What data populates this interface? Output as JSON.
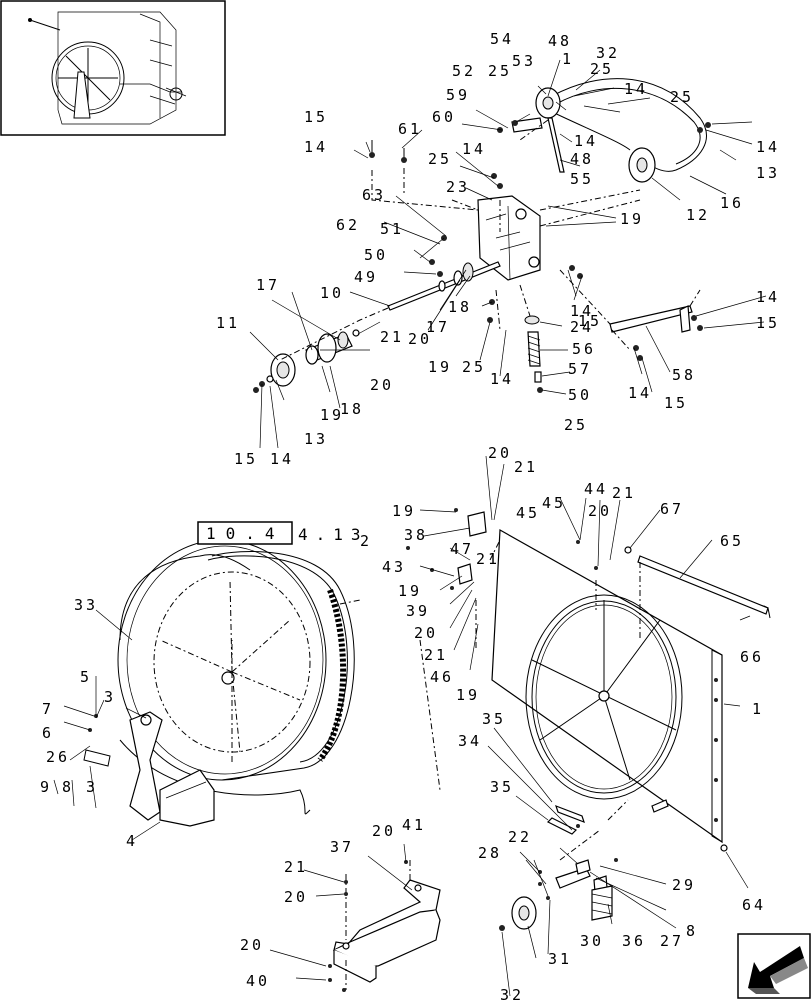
{
  "section_reference": {
    "box": "10.4",
    "suffix": "4.13"
  },
  "callouts": {
    "c1": "54",
    "c2": "48",
    "c3": "53",
    "c4": "1",
    "c5": "32",
    "c6": "52",
    "c7": "25",
    "c8": "25",
    "c9": "59",
    "c10": "14",
    "c11": "25",
    "c12": "60",
    "c13": "15",
    "c14": "61",
    "c15": "14",
    "c16": "48",
    "c17": "14",
    "c18": "14",
    "c19": "55",
    "c20": "13",
    "c21": "25",
    "c22": "14",
    "c23": "16",
    "c24": "23",
    "c25": "12",
    "c26": "63",
    "c27": "19",
    "c28": "62",
    "c29": "51",
    "c30": "50",
    "c31": "49",
    "c32": "17",
    "c33": "10",
    "c34": "11",
    "c35": "18",
    "c36": "24",
    "c37": "14",
    "c38": "14",
    "c39": "15",
    "c40": "15",
    "c41": "17",
    "c42": "21",
    "c43": "20",
    "c44": "56",
    "c45": "19",
    "c46": "25",
    "c47": "57",
    "c48": "20",
    "c49": "19",
    "c50": "18",
    "c51": "14",
    "c52": "50",
    "c53": "58",
    "c54": "14",
    "c55": "15",
    "c56": "13",
    "c57": "25",
    "c58": "15",
    "c59": "14",
    "c60": "20",
    "c61": "21",
    "c62": "19",
    "c63": "38",
    "c64": "45",
    "c65": "45",
    "c66": "44",
    "c67": "21",
    "c68": "20",
    "c69": "67",
    "c70": "2",
    "c71": "43",
    "c72": "47",
    "c73": "21",
    "c74": "19",
    "c75": "65",
    "c76": "39",
    "c77": "20",
    "c78": "21",
    "c79": "46",
    "c80": "19",
    "c81": "66",
    "c82": "33",
    "c83": "5",
    "c84": "7",
    "c85": "3",
    "c86": "6",
    "c87": "26",
    "c88": "9",
    "c89": "8",
    "c90": "3",
    "c91": "1",
    "c92": "35",
    "c93": "34",
    "c94": "35",
    "c95": "4",
    "c96": "20",
    "c97": "41",
    "c98": "37",
    "c99": "21",
    "c100": "20",
    "c101": "22",
    "c102": "28",
    "c103": "29",
    "c104": "64",
    "c105": "20",
    "c106": "40",
    "c107": "30",
    "c108": "36",
    "c109": "27",
    "c110": "8",
    "c111": "31",
    "c112": "32"
  },
  "icons": {
    "thumbnail": "machine-overview-thumbnail",
    "nav": "previous-page-arrow-icon"
  }
}
